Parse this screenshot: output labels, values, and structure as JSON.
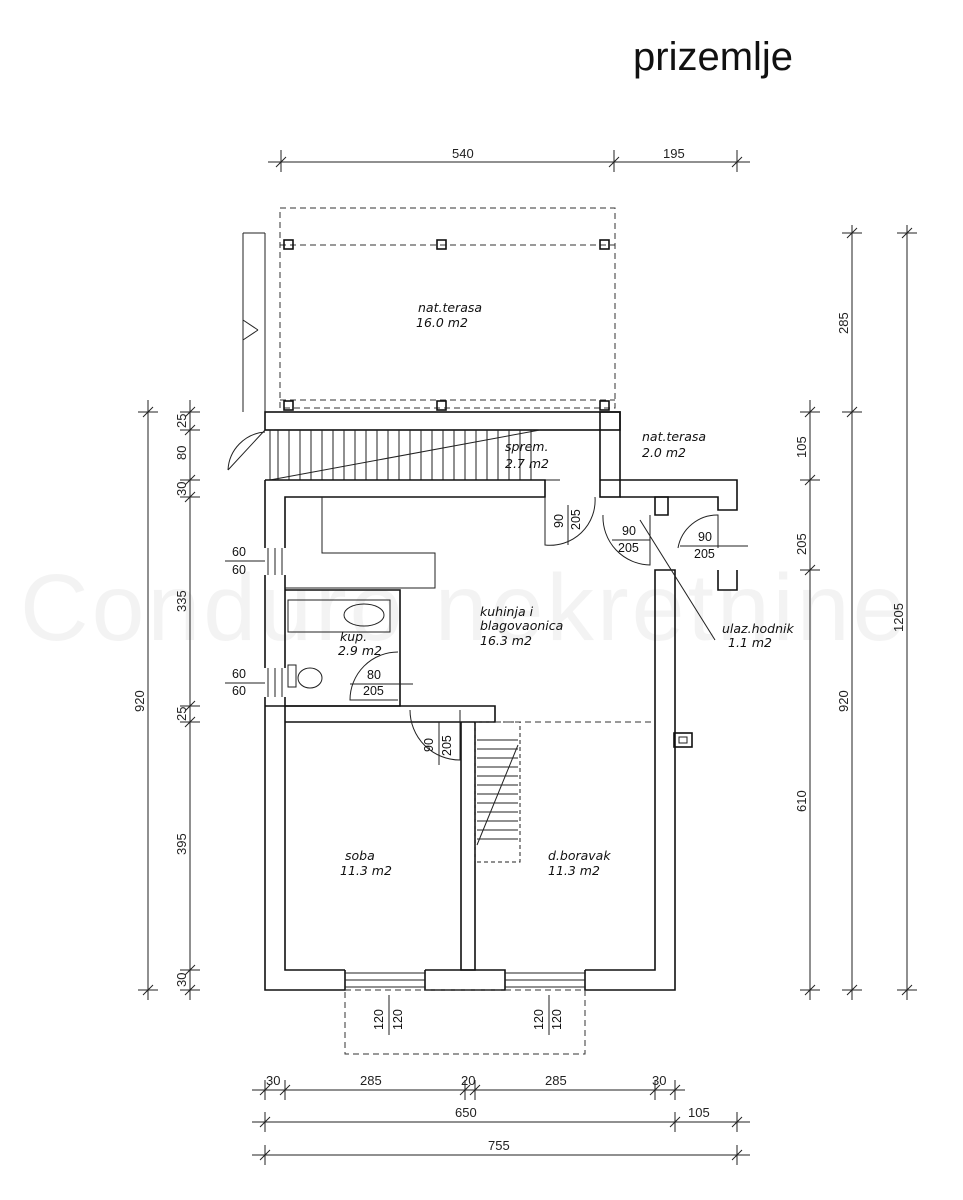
{
  "title": "prizemlje",
  "watermark": "Conduro nekretnine",
  "rooms": {
    "nat_terasa_top": {
      "name": "nat.terasa",
      "area": "16.0 m2"
    },
    "sprem": {
      "name": "sprem.",
      "area": "2.7 m2"
    },
    "nat_terasa_right": {
      "name": "nat.terasa",
      "area": "2.0 m2"
    },
    "kuhinja": {
      "name1": "kuhinja i",
      "name2": "blagovaonica",
      "area": "16.3 m2"
    },
    "kup": {
      "name": "kup.",
      "area": "2.9 m2"
    },
    "ulaz": {
      "name": "ulaz.hodnik",
      "area": "1.1 m2"
    },
    "soba": {
      "name": "soba",
      "area": "11.3 m2"
    },
    "boravak": {
      "name": "d.boravak",
      "area": "11.3 m2"
    }
  },
  "doors": {
    "sprem_door": {
      "w": "90",
      "h": "205"
    },
    "kitchen_door": {
      "w": "90",
      "h": "205"
    },
    "entry_door": {
      "w": "90",
      "h": "205"
    },
    "bath_door": {
      "w": "80",
      "h": "205"
    },
    "soba_door": {
      "w": "90",
      "h": "205"
    }
  },
  "windows": {
    "left_upper": {
      "w": "60",
      "h": "60"
    },
    "left_lower": {
      "w": "60",
      "h": "60"
    },
    "bottom_left": {
      "w": "120",
      "h": "120"
    },
    "bottom_right": {
      "w": "120",
      "h": "120"
    }
  },
  "dims": {
    "top": [
      "540",
      "195"
    ],
    "bottom_row1": [
      "30",
      "285",
      "20",
      "285",
      "30"
    ],
    "bottom_row2": [
      "650",
      "105"
    ],
    "bottom_row3": "755",
    "left_small": [
      "25",
      "80",
      "30",
      "335",
      "25",
      "395",
      "30"
    ],
    "left_total": "920",
    "right_inner": [
      "105",
      "205",
      "610"
    ],
    "right_mid": [
      "285",
      "920"
    ],
    "right_total": "1205"
  }
}
